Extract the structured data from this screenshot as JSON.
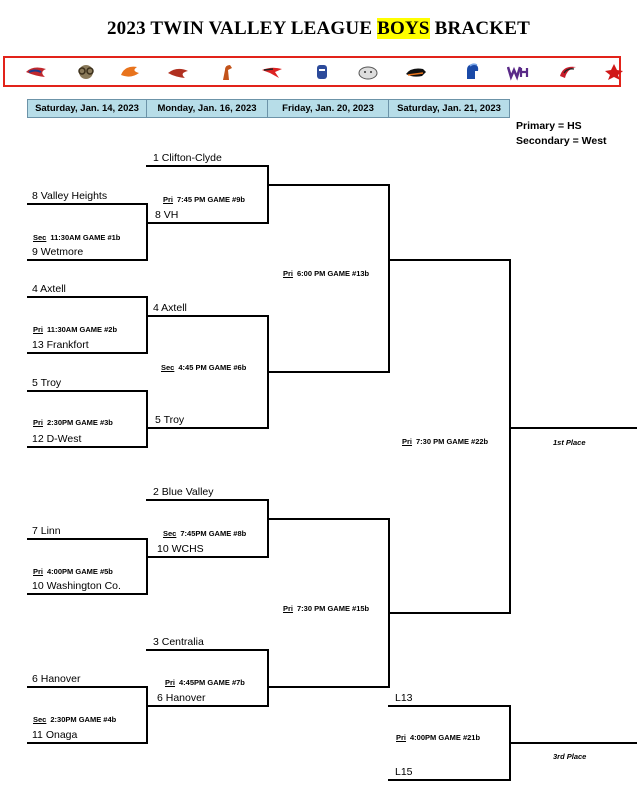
{
  "title": {
    "prefix": "2023 TWIN VALLEY LEAGUE ",
    "highlight": "BOYS",
    "suffix": " BRACKET"
  },
  "logos": [
    "eagle-logo",
    "ram-logo",
    "orange-mascot-logo",
    "bird-logo",
    "horse-logo",
    "falcon-logo",
    "knight-logo",
    "bulldog-logo",
    "buffalo-logo",
    "spartan-logo",
    "wh-logo",
    "swoosh-logo",
    "red-mascot-logo"
  ],
  "dates": [
    "Saturday, Jan. 14, 2023",
    "Monday, Jan. 16, 2023",
    "Friday, Jan. 20, 2023",
    "Saturday, Jan. 21, 2023"
  ],
  "legend": {
    "primary": "Primary = HS",
    "secondary": "Secondary = West"
  },
  "teams": {
    "r2a": "1 Clifton-Clyde",
    "r1a": "8 Valley Heights",
    "r2b": "8 VH",
    "r1b": "9 Wetmore",
    "r1c": "4 Axtell",
    "r2c": "4 Axtell",
    "r1d": "13 Frankfort",
    "r1e": "5 Troy",
    "r2d": "5 Troy",
    "r1f": "12 D-West",
    "r2e": "2 Blue Valley",
    "r1g": "7 Linn",
    "r2f": "10 WCHS",
    "r1h": "10 Washington Co.",
    "r2g": "3 Centralia",
    "r1i": "6 Hanover",
    "r2h": "6 Hanover",
    "r1j": "11 Onaga",
    "c1": "L13",
    "c2": "L15"
  },
  "games": {
    "g9": {
      "level": "Pri",
      "text": "7:45 PM   GAME #9b"
    },
    "g1": {
      "level": "Sec",
      "text": "11:30AM   GAME #1b"
    },
    "g13": {
      "level": "Pri",
      "text": "6:00 PM   GAME #13b"
    },
    "g2": {
      "level": "Pri",
      "text": "11:30AM   GAME #2b"
    },
    "g6": {
      "level": "Sec",
      "text": "4:45 PM   GAME #6b"
    },
    "g3": {
      "level": "Pri",
      "text": "2:30PM    GAME #3b"
    },
    "g22": {
      "level": "Pri",
      "text": "7:30 PM   GAME #22b"
    },
    "g8": {
      "level": "Sec",
      "text": "7:45PM  GAME #8b"
    },
    "g5": {
      "level": "Pri",
      "text": "4:00PM    GAME #5b"
    },
    "g15": {
      "level": "Pri",
      "text": "7:30 PM   GAME #15b"
    },
    "g7": {
      "level": "Pri",
      "text": "4:45PM  GAME #7b"
    },
    "g4": {
      "level": "Sec",
      "text": "2:30PM    GAME #4b"
    },
    "g21": {
      "level": "Pri",
      "text": "4:00PM    GAME #21b"
    }
  },
  "places": {
    "first": "1st  Place",
    "third": "3rd Place"
  }
}
